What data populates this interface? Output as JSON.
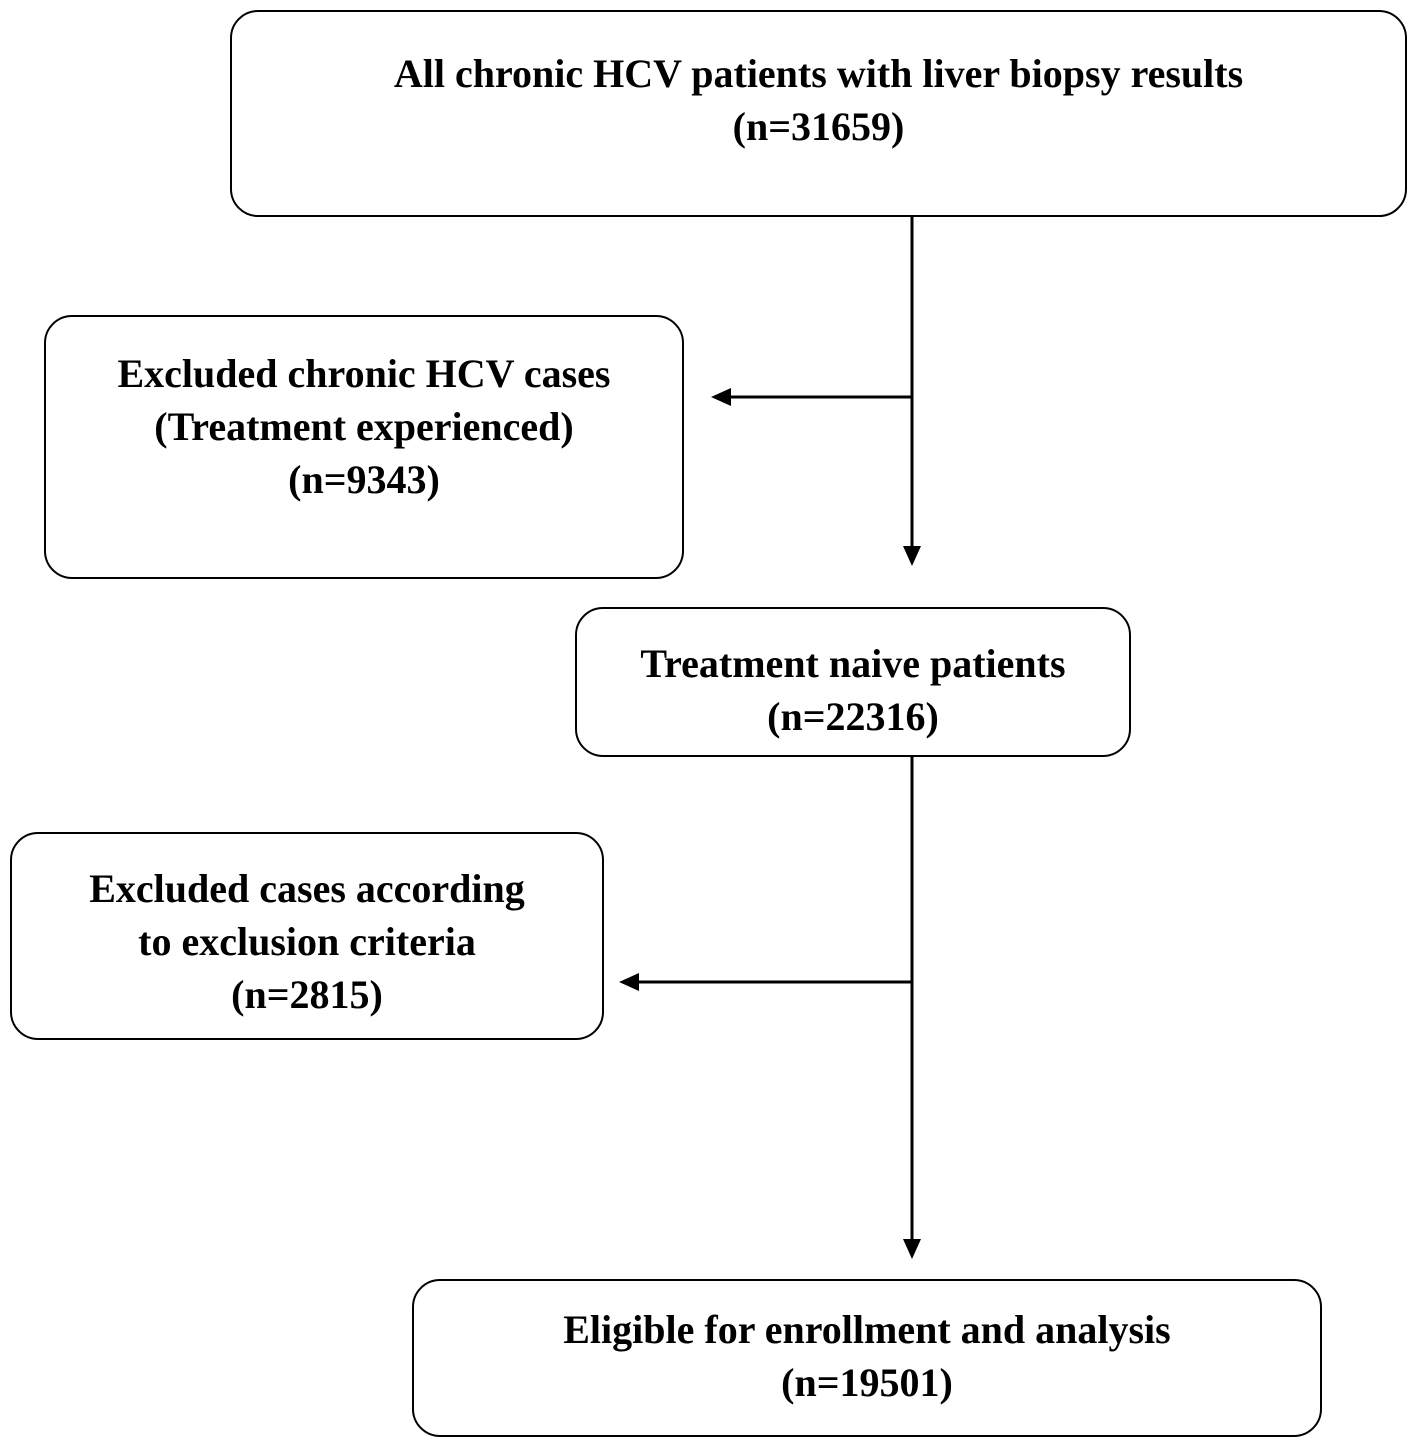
{
  "flowchart": {
    "boxes": {
      "all": {
        "line1": "All chronic HCV patients with liver biopsy results",
        "line2": "(n=31659)"
      },
      "excluded_experienced": {
        "line1": "Excluded chronic HCV cases",
        "line2": "(Treatment experienced)",
        "line3": "(n=9343)"
      },
      "treatment_naive": {
        "line1": "Treatment naive patients",
        "line2": "(n=22316)"
      },
      "excluded_criteria": {
        "line1": "Excluded cases according",
        "line2": "to exclusion criteria",
        "line3": "(n=2815)"
      },
      "eligible": {
        "line1": "Eligible for enrollment and analysis",
        "line2": "(n=19501)"
      }
    },
    "colors": {
      "stroke": "#000000",
      "background": "#ffffff"
    }
  }
}
